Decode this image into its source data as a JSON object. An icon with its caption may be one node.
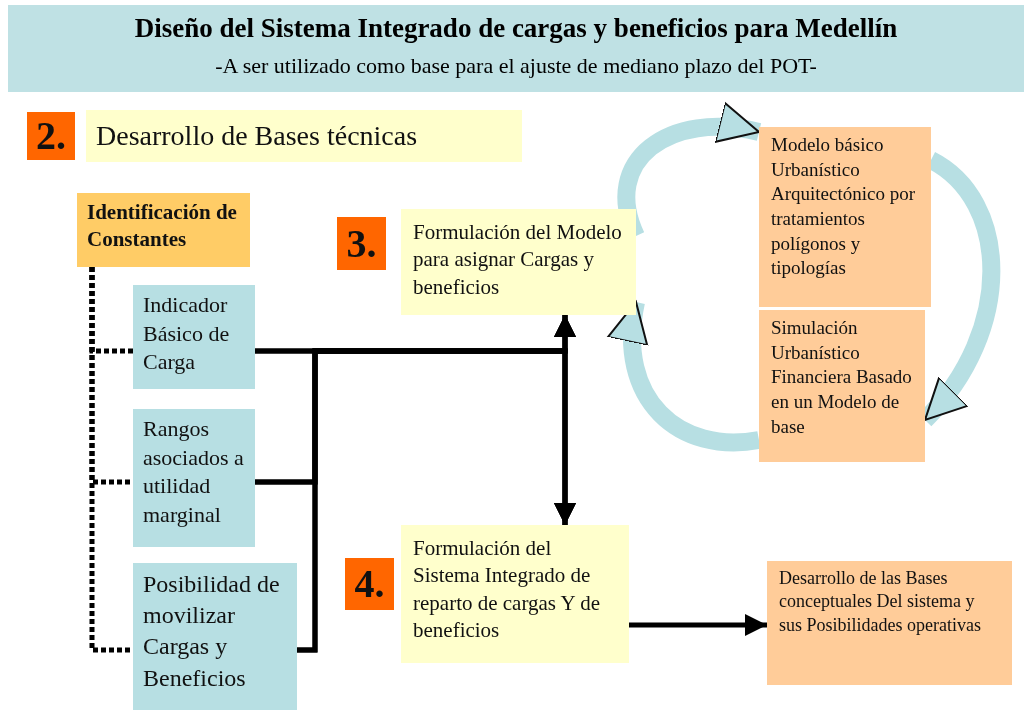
{
  "diagram": {
    "title": "Diseño del Sistema Integrado de cargas y beneficios para Medellín",
    "nodes": [
      {
        "text": [
          "2."
        ]
      },
      {
        "text": [
          "Desarrollo de Bases técnicas"
        ]
      },
      {
        "text": [
          "Identificación de Constantes"
        ]
      },
      {
        "text": [
          "Indicador Básico de Carga"
        ]
      },
      {
        "text": [
          "Rangos asociados a utilidad marginal"
        ]
      },
      {
        "text": [
          "Posibilidad de movilizar Cargas y Beneficios"
        ]
      },
      {
        "text": [
          "3."
        ]
      },
      {
        "text": [
          "Formulación del Modelo para asignar Cargas y beneficios"
        ]
      },
      {
        "text": [
          "Modelo básico Urbanístico Arquitectónico por tratamientos polígonos y tipologías"
        ]
      },
      {
        "text": [
          "Simulación Urbanístico Financiera Basado en un Modelo de base"
        ]
      },
      {
        "text": [
          "4."
        ]
      },
      {
        "text": [
          "Formulación del Sistema Integrado de reparto de cargas Y de beneficios"
        ]
      },
      {
        "text": [
          "Desarrollo de las Bases conceptuales Del sistema y sus Posibilidades operativas"
        ]
      }
    ],
    "edges": [
      {
        "from": 2,
        "to": 3,
        "arrow": "none",
        "style": "dashed"
      },
      {
        "from": 2,
        "to": 4,
        "arrow": "none",
        "style": "dashed"
      },
      {
        "from": 2,
        "to": 5,
        "arrow": "none",
        "style": "dashed"
      },
      {
        "from": 3,
        "to": 7,
        "arrow": "to"
      },
      {
        "from": 4,
        "to": 7,
        "arrow": "to"
      },
      {
        "from": 5,
        "to": 7,
        "arrow": "to"
      },
      {
        "from": 3,
        "to": 11,
        "arrow": "to"
      },
      {
        "from": 4,
        "to": 11,
        "arrow": "to"
      },
      {
        "from": 5,
        "to": 11,
        "arrow": "to"
      },
      {
        "from": 7,
        "to": 8,
        "arrow": "to",
        "style": "thick",
        "color": "#b7dfe3"
      },
      {
        "from": 8,
        "to": 9,
        "arrow": "to",
        "style": "thick",
        "color": "#b7dfe3"
      },
      {
        "from": 9,
        "to": 7,
        "arrow": "to",
        "style": "thick",
        "color": "#b7dfe3"
      },
      {
        "from": 11,
        "to": 12,
        "arrow": "to"
      }
    ],
    "labels": [
      "-A ser utilizado como base para el ajuste de mediano plazo del POT-"
    ]
  }
}
